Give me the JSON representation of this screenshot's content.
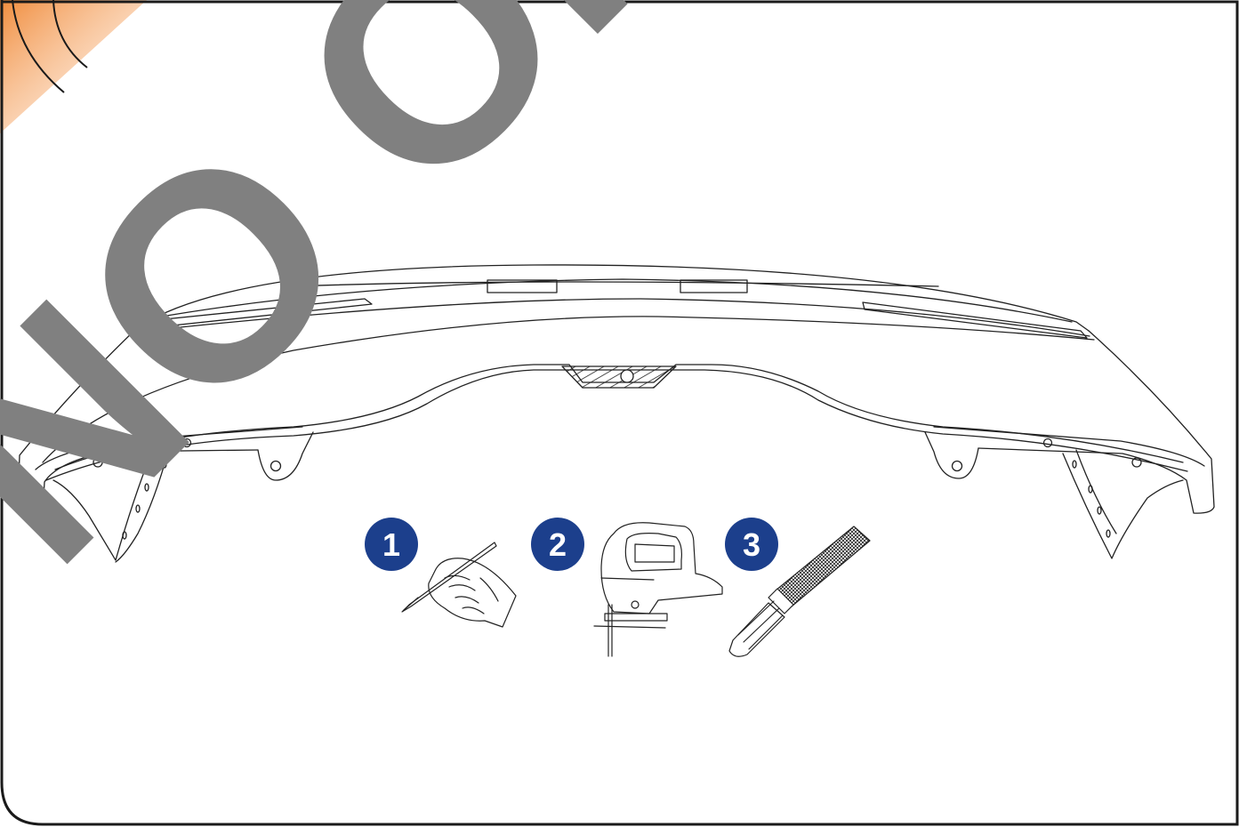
{
  "diagram": {
    "watermark_text": "NO OK",
    "colors": {
      "frame": "#1a1a1a",
      "watermark": "#808080",
      "corner_accent": "#f08c3c",
      "step_badge": "#1c3f8c",
      "line": "#222222"
    },
    "steps": [
      {
        "number": "1",
        "icon": "hand-pencil-icon"
      },
      {
        "number": "2",
        "icon": "jigsaw-icon"
      },
      {
        "number": "3",
        "icon": "file-rasp-icon"
      }
    ]
  }
}
